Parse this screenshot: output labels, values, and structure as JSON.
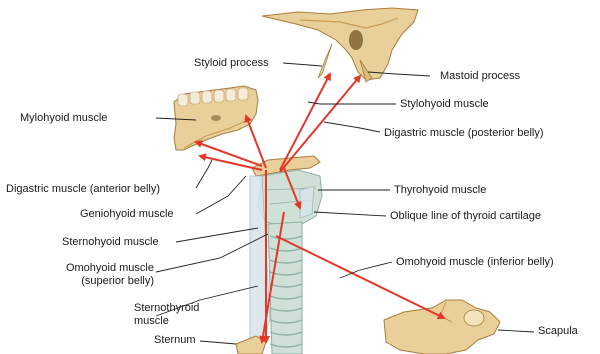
{
  "labels": {
    "styloid_process": "Styloid process",
    "mastoid_process": "Mastoid process",
    "mylohyoid_muscle": "Mylohyoid muscle",
    "stylohyoid_muscle": "Stylohyoid muscle",
    "digastric_posterior": "Digastric muscle (posterior belly)",
    "digastric_anterior": "Digastric muscle (anterior belly)",
    "thyrohyoid_muscle": "Thyrohyoid muscle",
    "geniohyoid_muscle": "Geniohyoid muscle",
    "oblique_line": "Oblique line of thyroid cartilage",
    "sternohyoid_muscle": "Sternohyoid muscle",
    "omohyoid_inferior": "Omohyoid muscle (inferior belly)",
    "omohyoid_superior_line1": "Omohyoid muscle",
    "omohyoid_superior_line2": "(superior belly)",
    "sternothyroid_line1": "Sternothyroid",
    "sternothyroid_line2": "muscle",
    "scapula": "Scapula",
    "sternum": "Sternum"
  },
  "colors": {
    "arrow": "#e2382b",
    "bone": "#e9cf9a",
    "bone_shade": "#c79a55",
    "cartilage": "#cfe0d6",
    "cartilage_shade": "#8fb0a6",
    "muscle": "#d9e5e9",
    "leader": "#222222"
  }
}
